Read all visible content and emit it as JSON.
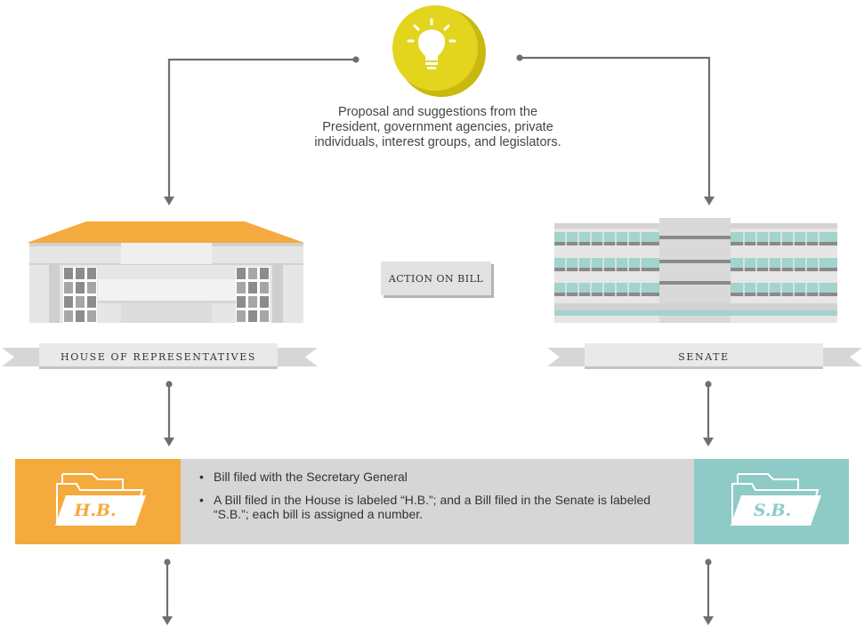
{
  "proposal": {
    "lines": [
      "Proposal and suggestions from the",
      "President, government agencies, private",
      "individuals, interest groups, and legislators."
    ]
  },
  "action_label": "ACTION ON BILL",
  "house": {
    "label": "HOUSE OF REPRESENTATIVES",
    "folder_label": "H.B.",
    "color": "#f5aa3d"
  },
  "senate": {
    "label": "SENATE",
    "folder_label": "S.B.",
    "color": "#8ecbc6"
  },
  "bullets": [
    "Bill filed with the Secretary General",
    "A Bill filed in the House is labeled “H.B.”; and a Bill filed in the Senate is labeled “S.B.”; each bill is assigned a number."
  ],
  "icons": {
    "idea": "lightbulb-icon",
    "folder": "folder-icon"
  },
  "colors": {
    "connector": "#6f6f6f",
    "coin": "#e3d51e",
    "coin_edge": "#c9b90f",
    "ribbon": "#d9d9d9"
  }
}
